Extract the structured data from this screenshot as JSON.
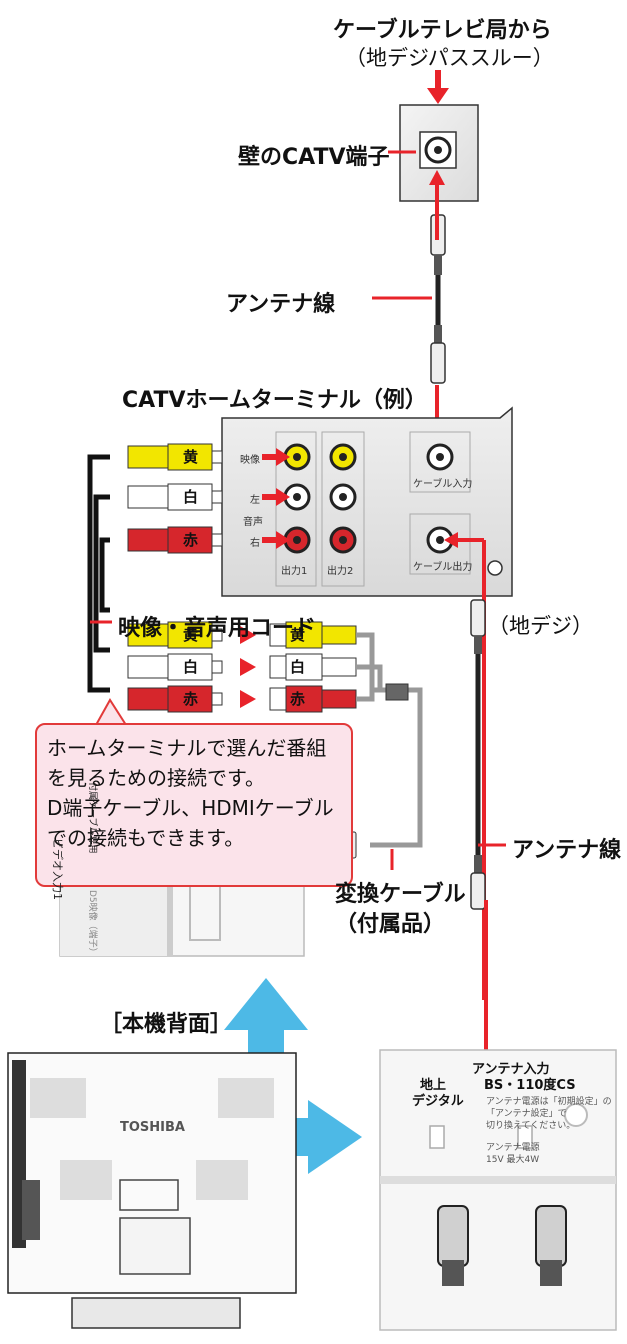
{
  "labels": {
    "cable_station": "ケーブルテレビ局から",
    "passthrough": "（地デジパススルー）",
    "wall_catv": "壁のCATV端子",
    "antenna_line_1": "アンテナ線",
    "home_terminal": "CATVホームターミナル（例）",
    "av_cord": "映像・音声用コード",
    "chideji": "（地デジ）",
    "conv_cable_1": "変換ケーブル",
    "conv_cable_2": "（付属品）",
    "antenna_line_2": "アンテナ線",
    "rear": "［本機背面］"
  },
  "plug_tags": {
    "yellow": "黄",
    "white": "白",
    "red": "赤"
  },
  "terminal_labels": {
    "video": "映像",
    "left": "左",
    "audio": "音声",
    "right": "右",
    "out1": "出力1",
    "out2": "出力2",
    "cable_in": "ケーブル入力",
    "cable_out": "ケーブル出力"
  },
  "callout": {
    "line1": "ホームターミナルで選んだ番組",
    "line2": "を見るための接続です。",
    "line3": "D端子ケーブル、HDMIケーブル",
    "line4": "での接続もできます。"
  },
  "tv_panel": {
    "video_in": "ビデオ入力1",
    "dedicated": "付属ケーブル専用",
    "d_video": "D5映像（端子）"
  },
  "tv": {
    "brand": "TOSHIBA"
  },
  "antenna_panel": {
    "title": "アンテナ入力",
    "bs": "BS・110度CS",
    "terrestrial_1": "地上",
    "terrestrial_2": "デジタル",
    "note1": "アンテナ電源は「初期設定」の",
    "note2": "「アンテナ設定」で",
    "note3": "切り換えてください。",
    "note4": "アンテナ電源",
    "note5": "15V 最大4W"
  },
  "colors": {
    "red_arrow": "#e8232a",
    "blue_arrow": "#4db9e6",
    "yellow": "#f2e600",
    "plug_red": "#d6262c",
    "callout_bg": "#fbe3ea"
  }
}
